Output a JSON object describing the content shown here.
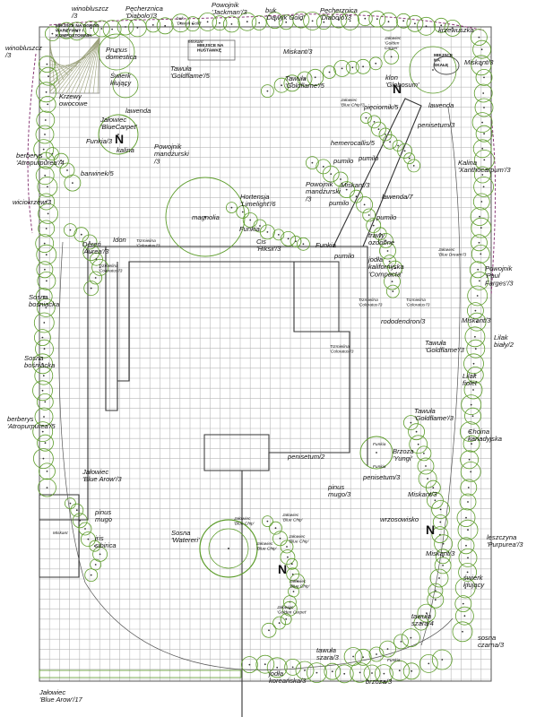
{
  "colors": {
    "grid": "#b9b9b9",
    "plant": "#5c9c2a",
    "structure": "#333333",
    "boundary": "#8a3c78",
    "text": "#111111"
  },
  "labels": [
    {
      "id": "winobluszcz-top",
      "lines": [
        "winobluszcz",
        "/3"
      ]
    },
    {
      "id": "pecherznica-top",
      "lines": [
        "Pęcherznica",
        "'Diabolo'/3"
      ]
    },
    {
      "id": "buk-top",
      "lines": [
        "buk",
        "'Dawyk Gold'"
      ]
    },
    {
      "id": "powojnik-jackman",
      "lines": [
        "Powojnik",
        "'Jackman'/3"
      ]
    },
    {
      "id": "buk-dawyk",
      "lines": [
        "buk",
        "'Dawyk Gold'"
      ]
    },
    {
      "id": "pecherznica-diabolo",
      "lines": [
        "Pęcherznica",
        "'Diabolo'/3"
      ]
    },
    {
      "id": "krzewuszka",
      "lines": [
        "krzewuszka"
      ]
    },
    {
      "id": "winobluszcz-left",
      "lines": [
        "winobluszcz",
        "/3"
      ]
    },
    {
      "id": "miejsce-kompost",
      "lines": [
        "MIEJSCE NA OGRÓD",
        "WARZYWNY I",
        "KOMPOSTOWNIK"
      ]
    },
    {
      "id": "prunus",
      "lines": [
        "Prunus",
        "domestica"
      ]
    },
    {
      "id": "miskant-top",
      "lines": [
        "Miskant"
      ]
    },
    {
      "id": "miejsce-hustawka",
      "lines": [
        "MIEJSCE NA",
        "HUŚTAWKĘ"
      ]
    },
    {
      "id": "tawula-goldflame-1",
      "lines": [
        "Tawuła",
        "'Goldflame'/5"
      ]
    },
    {
      "id": "miskant-3a",
      "lines": [
        "Miskant/3"
      ]
    },
    {
      "id": "jalowiec-golden",
      "lines": [
        "Jałowiec",
        "'Golden",
        "Carpet'"
      ]
    },
    {
      "id": "miejsce-skala",
      "lines": [
        "MIEJSCE",
        "NA",
        "SKAŁĘ"
      ]
    },
    {
      "id": "miskant-3b",
      "lines": [
        "Miskant/3"
      ]
    },
    {
      "id": "swierk-klujacy-top",
      "lines": [
        "Świerk",
        "kłujący"
      ]
    },
    {
      "id": "klon",
      "lines": [
        "klon",
        "'Globosum'"
      ]
    },
    {
      "id": "tawula-goldflame-2",
      "lines": [
        "Tawuła",
        "'Goldflame'/5"
      ]
    },
    {
      "id": "krzewy-owocowe",
      "lines": [
        "Krzewy",
        "owocowe"
      ]
    },
    {
      "id": "lawenda-top",
      "lines": [
        "lawenda"
      ]
    },
    {
      "id": "jalowiec-blue-chip-top",
      "lines": [
        "Jałowiec",
        "'Blue Chip'/3"
      ]
    },
    {
      "id": "pieciornik",
      "lines": [
        "pięciornik/5"
      ]
    },
    {
      "id": "lawenda-right",
      "lines": [
        "lawenda"
      ]
    },
    {
      "id": "jalowiec-bluecarpet",
      "lines": [
        "Jałowiec",
        "'BlueCarpet'"
      ]
    },
    {
      "id": "penisetum-top",
      "lines": [
        "penisetum/3"
      ]
    },
    {
      "id": "funkia-left",
      "lines": [
        "Funkia/3"
      ]
    },
    {
      "id": "kalina",
      "lines": [
        "kalina"
      ]
    },
    {
      "id": "powojnik-mandzurski-1",
      "lines": [
        "Powojnik",
        "mandżurski",
        "/3"
      ]
    },
    {
      "id": "hemerocallis",
      "lines": [
        "hemerocallis/5"
      ]
    },
    {
      "id": "berberys-top",
      "lines": [
        "berberys",
        "'Atropurpurea'/4"
      ]
    },
    {
      "id": "barwinek",
      "lines": [
        "barwinek/5"
      ]
    },
    {
      "id": "pumilo-1",
      "lines": [
        "pumilo"
      ]
    },
    {
      "id": "pumilo-2",
      "lines": [
        "pumilo"
      ]
    },
    {
      "id": "kalina-xanthocarpum",
      "lines": [
        "Kalina",
        "'Xanthocarpum'/3"
      ]
    },
    {
      "id": "powojnik-mandzurski-2",
      "lines": [
        "Powojnik",
        "mandżurski",
        "/3"
      ]
    },
    {
      "id": "miskant-mid",
      "lines": [
        "Miskant/3"
      ]
    },
    {
      "id": "lawenda-7",
      "lines": [
        "lawenda/7"
      ]
    },
    {
      "id": "wiciokrzew",
      "lines": [
        "wiciokrzew/3"
      ]
    },
    {
      "id": "magnolia",
      "lines": [
        "magnolia"
      ]
    },
    {
      "id": "hortensja",
      "lines": [
        "Hortensja",
        "'Limelight'/6"
      ]
    },
    {
      "id": "pumilo-3",
      "lines": [
        "pumilo"
      ]
    },
    {
      "id": "pumilo-4",
      "lines": [
        "pumilo"
      ]
    },
    {
      "id": "funkia-mid",
      "lines": [
        "Funkia"
      ]
    },
    {
      "id": "trawy-ozdobne",
      "lines": [
        "trawy",
        "ozdobne"
      ]
    },
    {
      "id": "idon",
      "lines": [
        "Idon"
      ]
    },
    {
      "id": "dern",
      "lines": [
        "Dereń",
        "'Aurea'/3"
      ]
    },
    {
      "id": "trzmielina-1",
      "lines": [
        "Trzmielina",
        "'Coloratus'/3"
      ]
    },
    {
      "id": "cis-hiksii",
      "lines": [
        "Cis",
        "'Hiksii'/3"
      ]
    },
    {
      "id": "funkia-2",
      "lines": [
        "Funkia"
      ]
    },
    {
      "id": "pumilo-5",
      "lines": [
        "pumilo"
      ]
    },
    {
      "id": "jodla-kalifornijska",
      "lines": [
        "jodła",
        "kalifornijska",
        "'Compacta'"
      ]
    },
    {
      "id": "jalowiec-blue-dream",
      "lines": [
        "Jałowiec",
        "'Blue Dream'/3"
      ]
    },
    {
      "id": "trzmielina-2",
      "lines": [
        "Trzmielina",
        "'Coloratus'/3"
      ]
    },
    {
      "id": "powojnik-paul",
      "lines": [
        "Powojnik",
        "'Paul",
        "Farges'/3"
      ]
    },
    {
      "id": "sosna-bosniacka-1",
      "lines": [
        "Sosna",
        "bośniacka"
      ]
    },
    {
      "id": "trzmielina-3",
      "lines": [
        "Trzmielina",
        "'Coloratus'/3"
      ]
    },
    {
      "id": "trzmielina-4",
      "lines": [
        "Trzmielina",
        "'Coloratus'/3"
      ]
    },
    {
      "id": "rododendron",
      "lines": [
        "rododendron/3"
      ]
    },
    {
      "id": "miskant-right",
      "lines": [
        "Miskant/3"
      ]
    },
    {
      "id": "lilak",
      "lines": [
        "Lilak",
        "biały/2"
      ]
    },
    {
      "id": "tawula-goldflame-3",
      "lines": [
        "Tawuła",
        "'Goldflame'/3"
      ]
    },
    {
      "id": "trzmielina-5",
      "lines": [
        "Trzmielina",
        "'Coloratus'/3"
      ]
    },
    {
      "id": "sosna-bosniacka-2",
      "lines": [
        "Sosna",
        "bośniacka"
      ]
    },
    {
      "id": "lilak-fiolet",
      "lines": [
        "Lilak",
        "fiolet"
      ]
    },
    {
      "id": "tawula-goldflame-4",
      "lines": [
        "Tawuła",
        "'Goldflame'/3"
      ]
    },
    {
      "id": "berberys-bottom",
      "lines": [
        "berberys",
        "'Atropurpurea'/5"
      ]
    },
    {
      "id": "choina",
      "lines": [
        "Choina",
        "kanadyjska"
      ]
    },
    {
      "id": "funkia-3",
      "lines": [
        "Funkia"
      ]
    },
    {
      "id": "penisetum-2",
      "lines": [
        "penisetum/2"
      ]
    },
    {
      "id": "brzoza-yungi",
      "lines": [
        "Brzoza",
        "'Yungi'"
      ]
    },
    {
      "id": "funkia-4",
      "lines": [
        "Funkia"
      ]
    },
    {
      "id": "jalowiec-blue-arrow-3",
      "lines": [
        "Jałowiec",
        "'Blue Arow'/3"
      ]
    },
    {
      "id": "penisetum-3",
      "lines": [
        "penisetum/3"
      ]
    },
    {
      "id": "pinus-mugo-3",
      "lines": [
        "pinus",
        "mugo/3"
      ]
    },
    {
      "id": "miskant-bottom",
      "lines": [
        "Miskant/3"
      ]
    },
    {
      "id": "pinus-mugo",
      "lines": [
        "pinus",
        "mugo"
      ]
    },
    {
      "id": "iris-sibirica",
      "lines": [
        "iris",
        "sibirica"
      ]
    },
    {
      "id": "miskant-small",
      "lines": [
        "Miskant"
      ]
    },
    {
      "id": "jalowiec-blue-chip-1",
      "lines": [
        "Jałowiec",
        "'Blue Chip'"
      ]
    },
    {
      "id": "jalowiec-blue-chip-2",
      "lines": [
        "Jałowiec",
        "'Blue Chip'"
      ]
    },
    {
      "id": "jalowiec-blue-chip-3",
      "lines": [
        "Jałowiec",
        "'Blue Chip'"
      ]
    },
    {
      "id": "wrzosowisko",
      "lines": [
        "wrzosowisko"
      ]
    },
    {
      "id": "sosna-watereri",
      "lines": [
        "Sosna",
        "'Watereri'"
      ]
    },
    {
      "id": "jalowiec-blue-chip-4",
      "lines": [
        "Jałowiec",
        "'Blue Chip'"
      ]
    },
    {
      "id": "leszczyna",
      "lines": [
        "leszczyna",
        "'Purpurea'/3"
      ]
    },
    {
      "id": "miskant-bottom-2",
      "lines": [
        "Miskant/3"
      ]
    },
    {
      "id": "swierk-klujacy-bottom",
      "lines": [
        "świerk",
        "kłujący"
      ]
    },
    {
      "id": "jalowiec-blue-chip-5",
      "lines": [
        "Jałowiec",
        "'Blue Chip'"
      ]
    },
    {
      "id": "jalowiec-golden-carpet",
      "lines": [
        "Jałowiec",
        "'Golden Carpet'"
      ]
    },
    {
      "id": "tawula-szara-4",
      "lines": [
        "tawuła",
        "szara/4"
      ]
    },
    {
      "id": "sosna-czarna",
      "lines": [
        "sosna",
        "czarna/3"
      ]
    },
    {
      "id": "tawula-szara-3",
      "lines": [
        "tawuła",
        "szara/3"
      ]
    },
    {
      "id": "funkia-5",
      "lines": [
        "Funkia"
      ]
    },
    {
      "id": "jodla-koreanska",
      "lines": [
        "jodła",
        "koreańska/3"
      ]
    },
    {
      "id": "brzoza-3",
      "lines": [
        "brzoza/3"
      ]
    },
    {
      "id": "jalowiec-blue-arrow-17",
      "lines": [
        "Jałowiec",
        "'Blue Arow'/17"
      ]
    }
  ],
  "north_marks": [
    "N",
    "N",
    "N",
    "N"
  ]
}
